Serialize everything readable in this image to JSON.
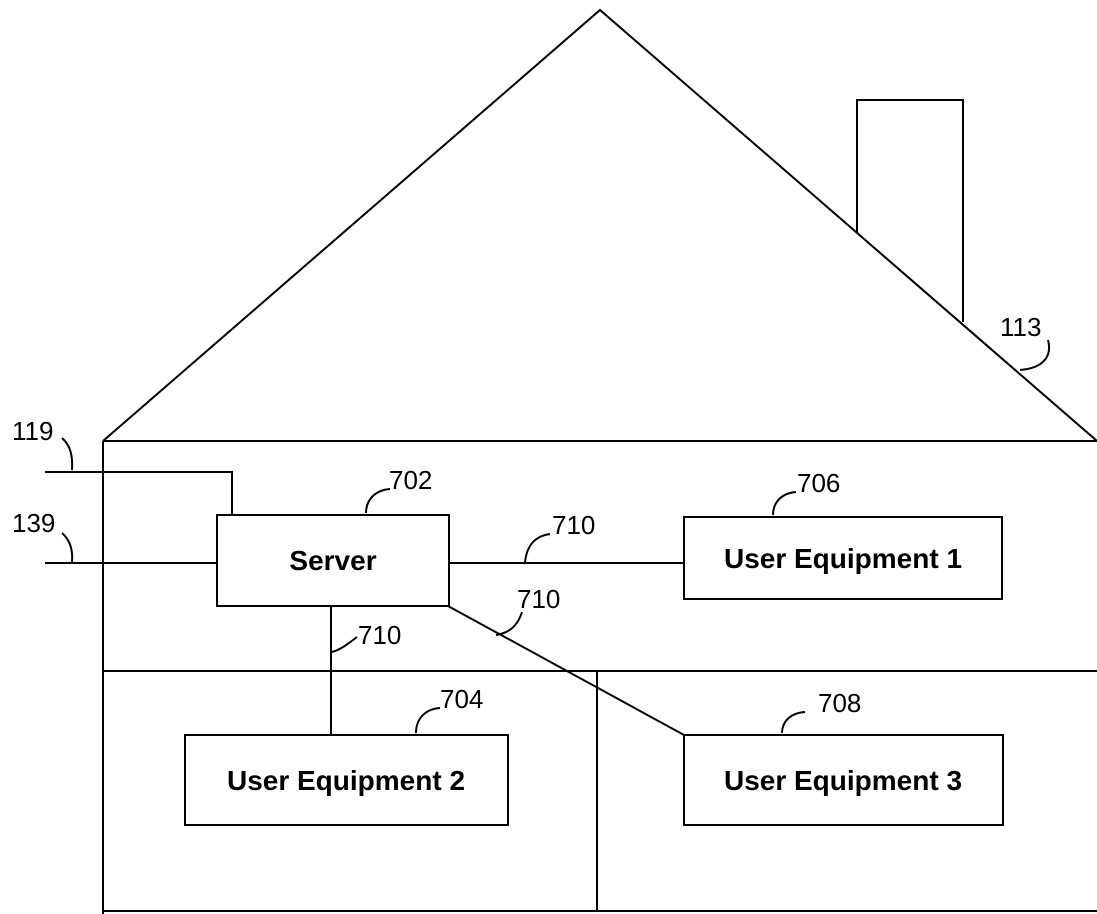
{
  "nodes": {
    "server": "Server",
    "ue1": "User Equipment 1",
    "ue2": "User Equipment 2",
    "ue3": "User Equipment 3"
  },
  "refs": {
    "house": "113",
    "line_119": "119",
    "line_139": "139",
    "server": "702",
    "ue2": "704",
    "ue1": "706",
    "ue3": "708",
    "link_ue1": "710",
    "link_ue3": "710",
    "link_ue2": "710"
  }
}
